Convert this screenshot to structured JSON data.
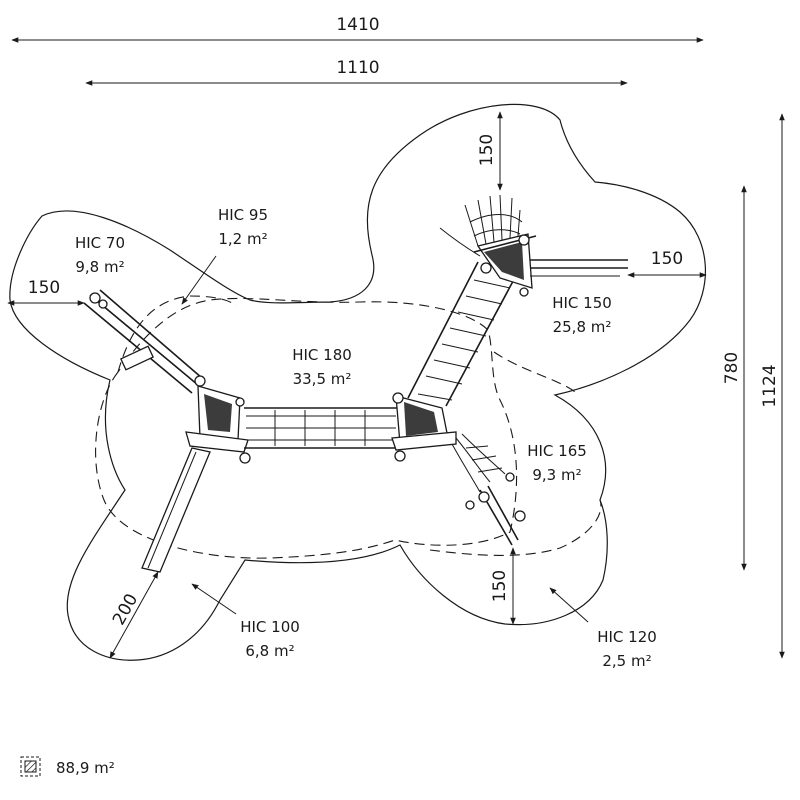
{
  "dimensions": {
    "total_width": "1410",
    "inner_width": "1110",
    "total_height": "1124",
    "inner_height": "780",
    "left_clearance": "150",
    "top_clearance": "150",
    "right_clearance": "150",
    "bottom_clearance": "150",
    "slide_clearance": "200"
  },
  "zones": [
    {
      "name": "HIC 70",
      "area": "9,8 m²"
    },
    {
      "name": "HIC 95",
      "area": "1,2 m²"
    },
    {
      "name": "HIC 180",
      "area": "33,5 m²"
    },
    {
      "name": "HIC 150",
      "area": "25,8 m²"
    },
    {
      "name": "HIC 165",
      "area": "9,3 m²"
    },
    {
      "name": "HIC 100",
      "area": "6,8 m²"
    },
    {
      "name": "HIC 120",
      "area": "2,5 m²"
    }
  ],
  "legend": {
    "total_area": "88,9 m²",
    "icon": "hatched-area-icon"
  }
}
